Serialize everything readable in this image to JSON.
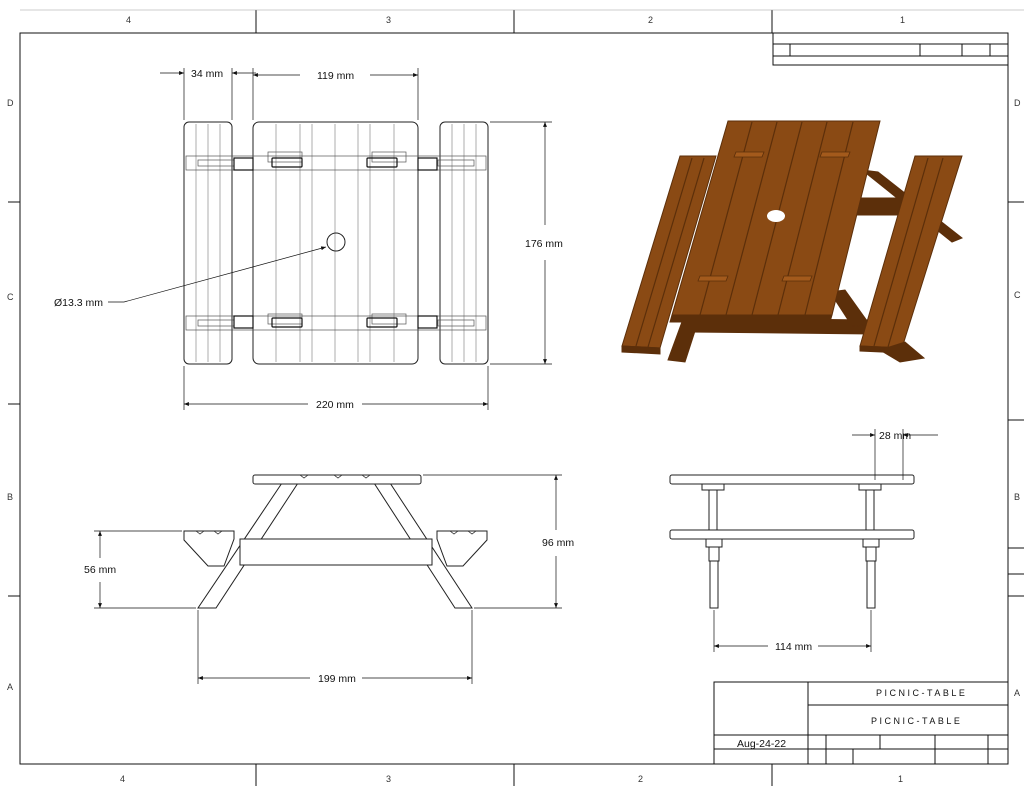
{
  "sheet": {
    "zones_top": [
      "4",
      "3",
      "2",
      "1"
    ],
    "zones_bottom": [
      "4",
      "3",
      "2",
      "1"
    ],
    "zones_left": [
      "D",
      "C",
      "B",
      "A"
    ],
    "zones_right": [
      "D",
      "C",
      "B",
      "A"
    ]
  },
  "top_view": {
    "dim_bench_width": "34 mm",
    "dim_top_width": "119 mm",
    "dim_depth": "176 mm",
    "dim_overall": "220 mm",
    "dim_hole": "Ø13.3 mm"
  },
  "front_view": {
    "dim_seat_height": "56 mm",
    "dim_height": "96 mm",
    "dim_leg_span": "199 mm"
  },
  "side_view": {
    "dim_leg_width": "28 mm",
    "dim_leg_span": "114 mm"
  },
  "iso_view": {
    "wood_color": "#8a4a14",
    "wood_dark": "#5c2f0a",
    "wood_light": "#a35a1c"
  },
  "title_block": {
    "title": "PICNIC-TABLE",
    "subtitle": "PICNIC-TABLE",
    "date": "Aug-24-22"
  }
}
